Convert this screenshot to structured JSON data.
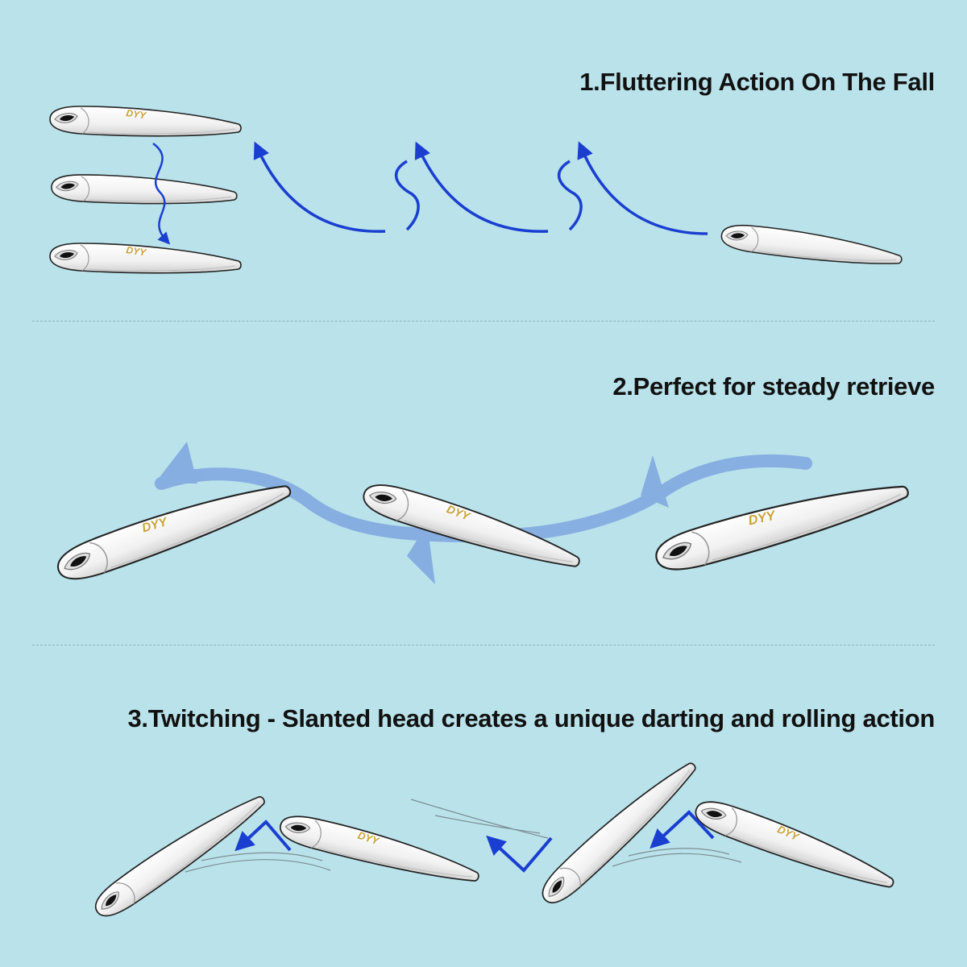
{
  "sections": [
    {
      "title": "1.Fluttering Action On The Fall"
    },
    {
      "title": "2.Perfect for steady retrieve"
    },
    {
      "title": "3.Twitching - Slanted head creates a unique darting and rolling action"
    }
  ],
  "lure": {
    "brand": "DYY"
  },
  "colors": {
    "background": "#b9e2ea",
    "arrow_blue": "#1a3fd0",
    "flow_blue": "#7ea6e0",
    "lure_body": "#f4f4f4",
    "brand_gold": "#c9a43a"
  },
  "icons": [
    "lure",
    "curved-arrow",
    "wave-arrow",
    "chevron-arrow"
  ]
}
